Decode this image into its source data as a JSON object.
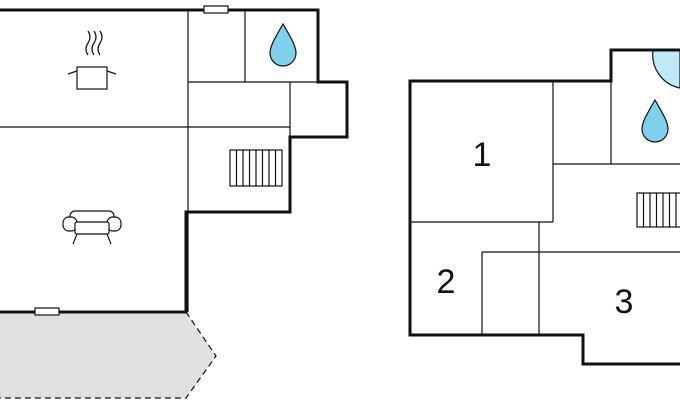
{
  "plan": {
    "room_labels": [
      {
        "id": "room-1",
        "text": "1"
      },
      {
        "id": "room-2",
        "text": "2"
      },
      {
        "id": "room-3",
        "text": "3"
      }
    ],
    "icons": [
      "kitchen-pot-icon",
      "sofa-icon",
      "water-drop-icon",
      "stairs-icon",
      "window-icon"
    ],
    "colors": {
      "wall": "#111111",
      "terrace": "#e0e0e0",
      "water": "#7ed0ec",
      "shower": "#bfe9f7",
      "background": "#ffffff"
    }
  }
}
